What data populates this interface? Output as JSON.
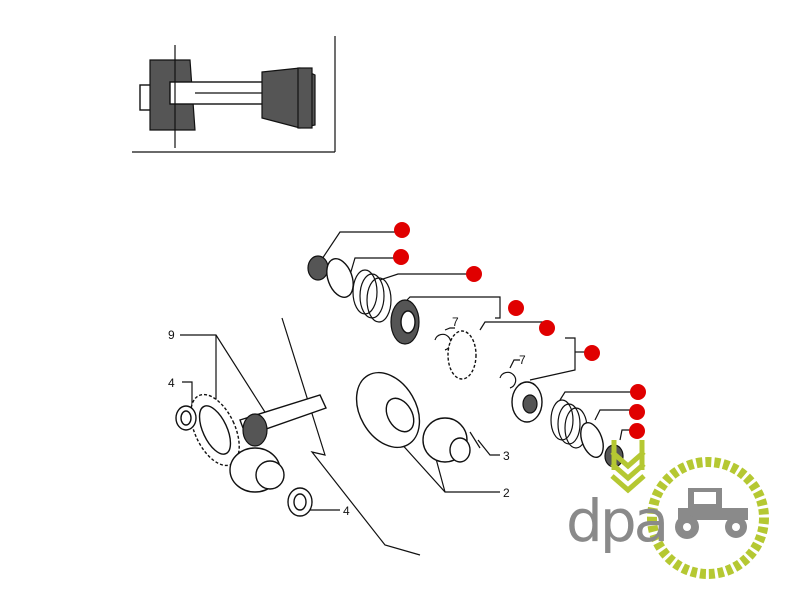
{
  "diagram": {
    "callouts": {
      "ring_gear": "9",
      "bearing_left": "4",
      "bearing_bottom": "4",
      "circlip_upper": "7",
      "circlip_lower": "7",
      "pin": "3",
      "differential_housing": "2"
    },
    "marker_color": "#e00000",
    "marker_count": 9
  },
  "logo": {
    "text": "dpa",
    "primary_color": "#b5c832",
    "text_color": "#8a8a8a",
    "icon": "tractor-icon"
  }
}
